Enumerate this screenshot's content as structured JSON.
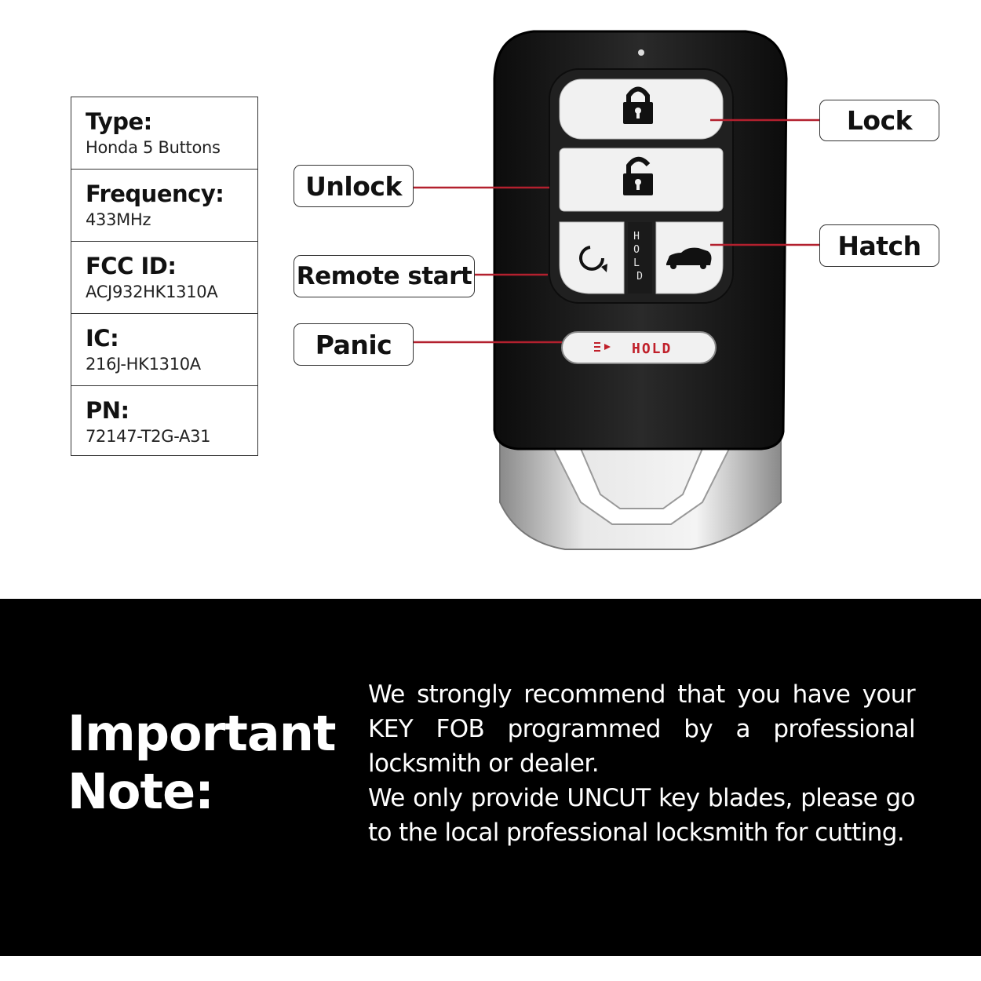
{
  "specs": [
    {
      "label": "Type:",
      "value": "Honda 5 Buttons"
    },
    {
      "label": "Frequency:",
      "value": "433MHz"
    },
    {
      "label": "FCC ID:",
      "value": "ACJ932HK1310A"
    },
    {
      "label": "IC:",
      "value": "216J-HK1310A"
    },
    {
      "label": "PN:",
      "value": "72147-T2G-A31"
    }
  ],
  "callouts": {
    "lock": "Lock",
    "unlock": "Unlock",
    "hatch": "Hatch",
    "remote_start": "Remote start",
    "panic": "Panic"
  },
  "fob": {
    "hold_vertical": "HOLD",
    "panic_hold": "HOLD"
  },
  "note": {
    "title": "Important Note:",
    "paragraph1": "We strongly recommend that you have your KEY FOB programmed by a professional locksmith or dealer.",
    "paragraph2": "We only provide UNCUT key blades, please go to the local professional locksmith for cutting."
  },
  "colors": {
    "leader_line": "#b3202e",
    "panic_accent": "#c0202a",
    "fob_body": "#1b1b1b",
    "button_face": "#f2f2f2",
    "band": "#000000"
  }
}
